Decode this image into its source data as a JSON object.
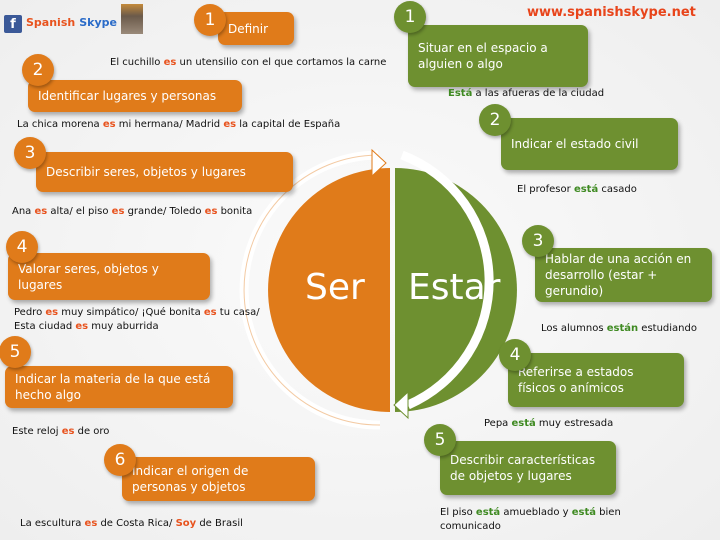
{
  "header": {
    "brand_first": "Spanish",
    "brand_second": "Skype",
    "website": "www.spanishskype.net",
    "fb_icon": "f"
  },
  "colors": {
    "ser": "#e07b1a",
    "estar": "#6e9030"
  },
  "center": {
    "ser": "Ser",
    "estar": "Estar"
  },
  "ser": [
    {
      "num": "1",
      "label": "Definir",
      "example": [
        {
          "t": "El cuchillo "
        },
        {
          "t": "es",
          "h": 1
        },
        {
          "t": " un utensilio con el que cortamos la carne"
        }
      ]
    },
    {
      "num": "2",
      "label": "Identificar lugares y personas",
      "example": [
        {
          "t": "La chica morena "
        },
        {
          "t": "es",
          "h": 1
        },
        {
          "t": " mi hermana/ Madrid "
        },
        {
          "t": "es",
          "h": 1
        },
        {
          "t": " la capital de España"
        }
      ]
    },
    {
      "num": "3",
      "label": "Describir seres, objetos y lugares",
      "example": [
        {
          "t": "Ana "
        },
        {
          "t": "es",
          "h": 1
        },
        {
          "t": " alta/ el piso "
        },
        {
          "t": "es",
          "h": 1
        },
        {
          "t": " grande/ Toledo "
        },
        {
          "t": "es",
          "h": 1
        },
        {
          "t": " bonita"
        }
      ]
    },
    {
      "num": "4",
      "label": "Valorar seres, objetos y lugares",
      "example": [
        {
          "t": "Pedro "
        },
        {
          "t": "es",
          "h": 1
        },
        {
          "t": " muy simpático/ ¡Qué bonita "
        },
        {
          "t": "es",
          "h": 1
        },
        {
          "t": " tu casa/ Esta ciudad "
        },
        {
          "t": "es",
          "h": 1
        },
        {
          "t": " muy aburrida"
        }
      ]
    },
    {
      "num": "5",
      "label": "Indicar la materia de la que está hecho algo",
      "example": [
        {
          "t": "Este reloj "
        },
        {
          "t": "es",
          "h": 1
        },
        {
          "t": " de oro"
        }
      ]
    },
    {
      "num": "6",
      "label": "Indicar el origen de personas y objetos",
      "example": [
        {
          "t": "La escultura "
        },
        {
          "t": "es",
          "h": 1
        },
        {
          "t": " de Costa Rica/ "
        },
        {
          "t": "Soy",
          "h": 1
        },
        {
          "t": " de Brasil"
        }
      ]
    }
  ],
  "estar": [
    {
      "num": "1",
      "label": "Situar en el espacio a alguien o algo",
      "example": [
        {
          "t": "Está",
          "h": 1
        },
        {
          "t": " a las afueras de la ciudad"
        }
      ]
    },
    {
      "num": "2",
      "label": "Indicar el estado civil",
      "example": [
        {
          "t": "El profesor "
        },
        {
          "t": "está",
          "h": 1
        },
        {
          "t": " casado"
        }
      ]
    },
    {
      "num": "3",
      "label": "Hablar de una acción en desarrollo (estar + gerundio)",
      "example": [
        {
          "t": "Los alumnos "
        },
        {
          "t": "están",
          "h": 1
        },
        {
          "t": " estudiando"
        }
      ]
    },
    {
      "num": "4",
      "label": "Referirse a estados físicos o anímicos",
      "example": [
        {
          "t": "Pepa "
        },
        {
          "t": "está",
          "h": 1
        },
        {
          "t": " muy estresada"
        }
      ]
    },
    {
      "num": "5",
      "label": "Describir características de objetos y lugares",
      "example": [
        {
          "t": "El piso "
        },
        {
          "t": "está",
          "h": 1
        },
        {
          "t": " amueblado y "
        },
        {
          "t": "está",
          "h": 1
        },
        {
          "t": " bien comunicado"
        }
      ]
    }
  ]
}
